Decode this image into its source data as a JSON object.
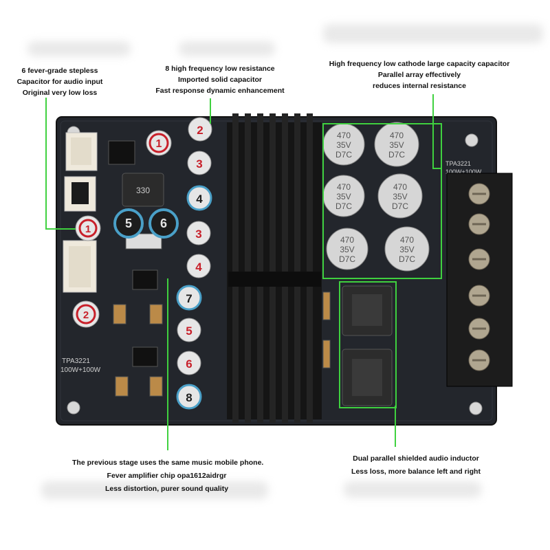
{
  "callouts": {
    "input_caps": {
      "line1": "6 fever-grade stepless",
      "line2": "Capacitor for audio input",
      "line3": "Original very low loss"
    },
    "solid_caps": {
      "line1": "8 high frequency low resistance",
      "line2": "Imported solid capacitor",
      "line3": "Fast response dynamic enhancement"
    },
    "cathode_caps": {
      "line1": "High frequency low cathode large capacity capacitor",
      "line2": "Parallel array effectively",
      "line3": "reduces internal resistance"
    },
    "preamp": {
      "line1": "The previous stage uses the same music mobile phone.",
      "line2": "Fever amplifier chip opa1612aidrgr",
      "line3": "Less distortion, purer sound quality"
    },
    "inductor": {
      "line1": "Dual parallel shielded audio inductor",
      "line2": "Less loss, more balance left and right"
    }
  },
  "board": {
    "model": "TPA3221",
    "power": "100W+100W",
    "model_top": "TPA3221",
    "power_top": "100W+100W",
    "inductor_label": "330",
    "bulk_cap_marking": [
      "470",
      "35V",
      "D7C"
    ],
    "input_cap_numbers": [
      "1",
      "5",
      "6",
      "1",
      "2"
    ],
    "solid_cap_numbers": [
      "2",
      "3",
      "4",
      "3",
      "4",
      "7",
      "5",
      "6",
      "8"
    ]
  },
  "colors": {
    "pcb": "#23262c",
    "heatsink": "#151515",
    "callout_line": "#3fd13f",
    "cap_red": "#c8202a",
    "cap_blue": "#4aa0c8"
  }
}
